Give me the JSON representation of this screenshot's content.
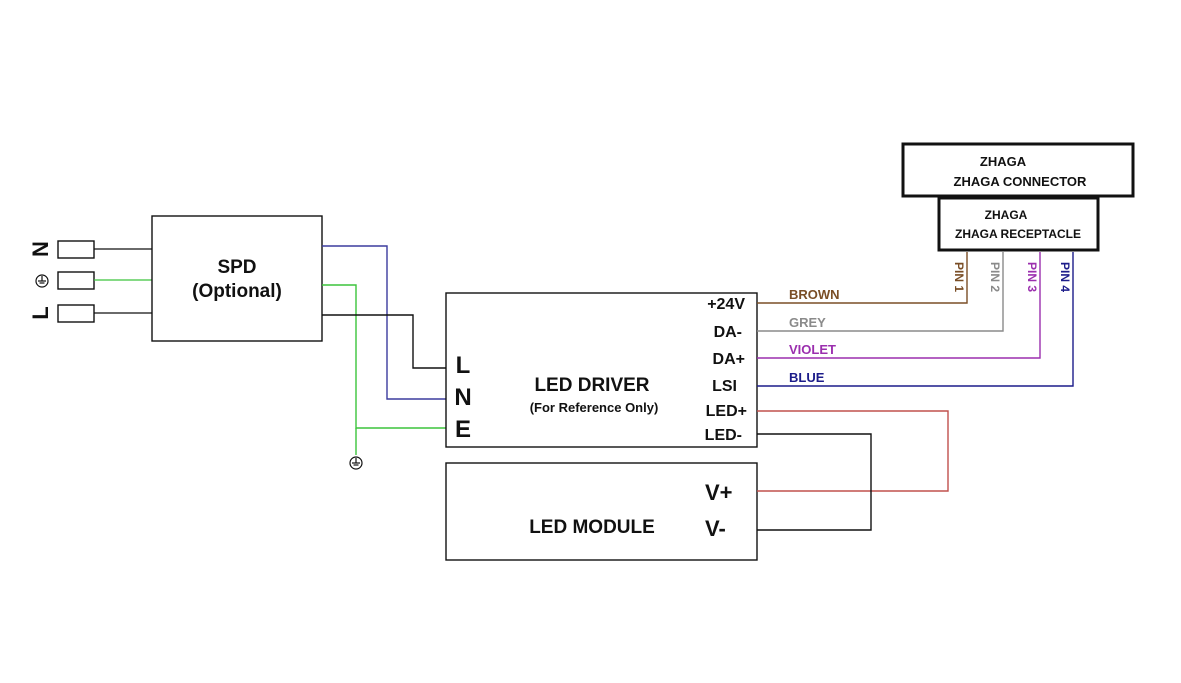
{
  "mains": {
    "n": "N",
    "l": "L"
  },
  "spd": {
    "title": "SPD",
    "subtitle": "(Optional)"
  },
  "driver": {
    "title": "LED DRIVER",
    "subtitle": "(For Reference Only)",
    "input_l": "L",
    "input_n": "N",
    "input_e": "E",
    "outputs": [
      "+24V",
      "DA-",
      "DA+",
      "LSI",
      "LED+",
      "LED-"
    ]
  },
  "module": {
    "title": "LED MODULE",
    "v_plus": "V+",
    "v_minus": "V-"
  },
  "wires": [
    {
      "label": "BROWN",
      "color": "#7a4e26"
    },
    {
      "label": "GREY",
      "color": "#8a8a8a"
    },
    {
      "label": "VIOLET",
      "color": "#9b2fae"
    },
    {
      "label": "BLUE",
      "color": "#1c1c8a"
    }
  ],
  "connector": {
    "line1": "ZHAGA",
    "line2": "ZHAGA CONNECTOR"
  },
  "receptacle": {
    "line1": "ZHAGA",
    "line2": "ZHAGA RECEPTACLE"
  },
  "pins": [
    "PIN 1",
    "PIN 2",
    "PIN 3",
    "PIN 4"
  ],
  "colors": {
    "neutral_wire": "#3b3b9e",
    "earth_wire": "#3cc43c",
    "line_wire": "#111111",
    "led_plus_wire": "#c0504d",
    "led_minus_wire": "#111111"
  }
}
